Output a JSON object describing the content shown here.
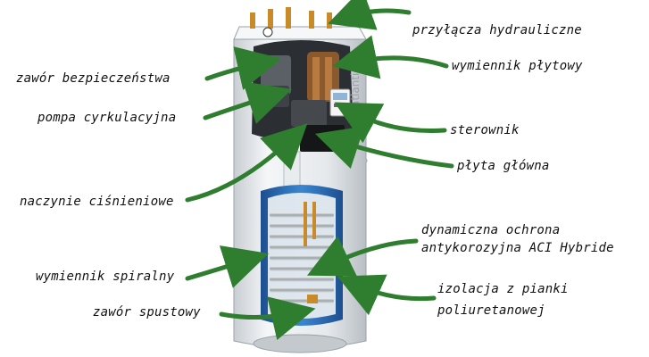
{
  "labels": {
    "hydraulic_connections": "przyłącza hydrauliczne",
    "plate_exchanger": "wymiennik płytowy",
    "safety_valve": "zawór bezpieczeństwa",
    "circulation_pump": "pompa cyrkulacyjna",
    "controller": "sterownik",
    "main_board": "płyta główna",
    "pressure_vessel": "naczynie ciśnieniowe",
    "aci_line1": "dynamiczna ochrona",
    "aci_line2": "antykorozyjna ACI Hybride",
    "spiral_exchanger": "wymiennik spiralny",
    "insulation_line1": "izolacja z pianki",
    "insulation_line2": "poliuretanowej",
    "drain_valve": "zawór spustowy"
  },
  "brand_mark": "atlantic",
  "colors": {
    "arrow": "#2f7d2f",
    "tank_blue": "#2f6fb8",
    "body": "#e9ecef"
  }
}
